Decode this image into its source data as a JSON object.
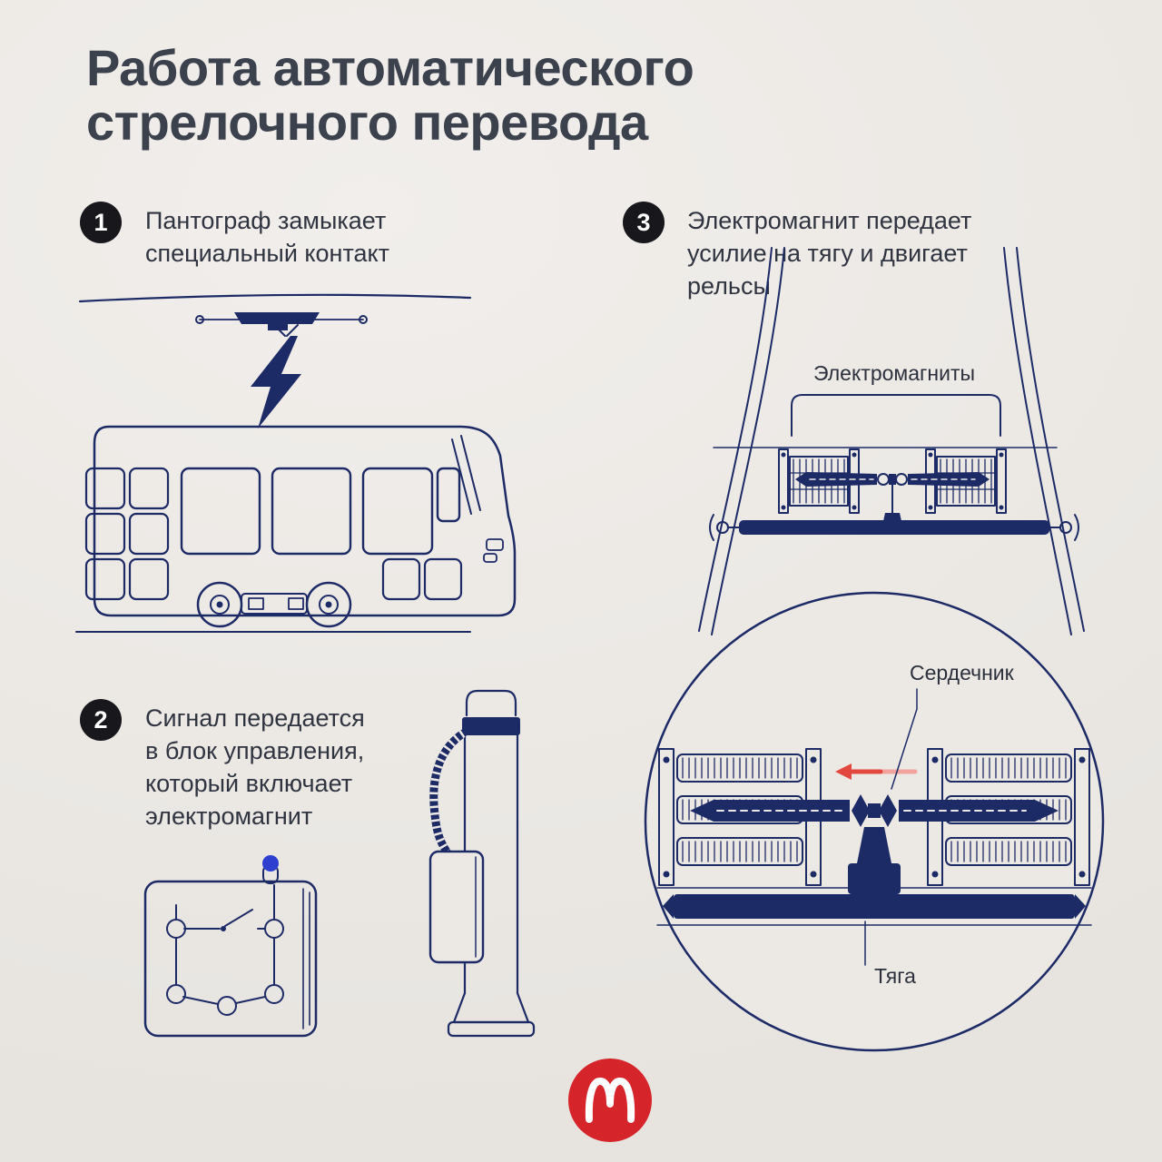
{
  "title": {
    "text": "Работа автоматического\nстрелочного перевода"
  },
  "steps": [
    {
      "number": "1",
      "text": "Пантограф замыкает\nспециальный контакт"
    },
    {
      "number": "2",
      "text": "Сигнал передается\nв блок управления,\nкоторый включает\nэлектромагнит"
    },
    {
      "number": "3",
      "text": "Электромагнит передает\nусилие на тягу и двигает\nрельсы"
    }
  ],
  "diagram_labels": {
    "electromagnets": "Электромагниты",
    "core": "Сердечник",
    "rod": "Тяга"
  },
  "logo": {
    "name": "moscow-transport-logo"
  },
  "colors": {
    "background": "#ece9e5",
    "ink_navy": "#1c2a66",
    "text_dark": "#2f3440",
    "badge_black": "#17171c",
    "accent_red": "#d6242b",
    "signal_blue": "#2e3fd0"
  }
}
